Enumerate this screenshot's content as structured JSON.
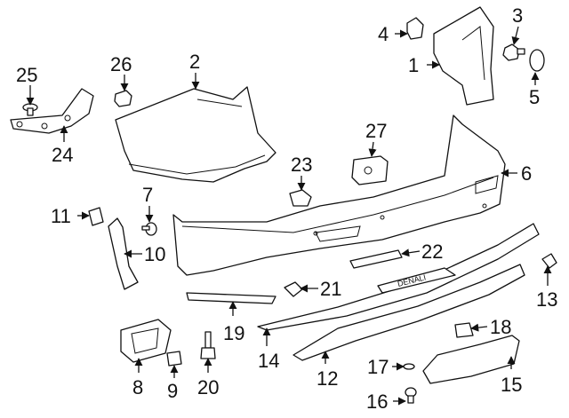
{
  "callouts": {
    "n1": "1",
    "n2": "2",
    "n3": "3",
    "n4": "4",
    "n5": "5",
    "n6": "6",
    "n7": "7",
    "n8": "8",
    "n9": "9",
    "n10": "10",
    "n11": "11",
    "n12": "12",
    "n13": "13",
    "n14": "14",
    "n15": "15",
    "n16": "16",
    "n17": "17",
    "n18": "18",
    "n19": "19",
    "n20": "20",
    "n21": "21",
    "n22": "22",
    "n23": "23",
    "n24": "24",
    "n25": "25",
    "n26": "26",
    "n27": "27"
  },
  "logo_text": "DENALI"
}
